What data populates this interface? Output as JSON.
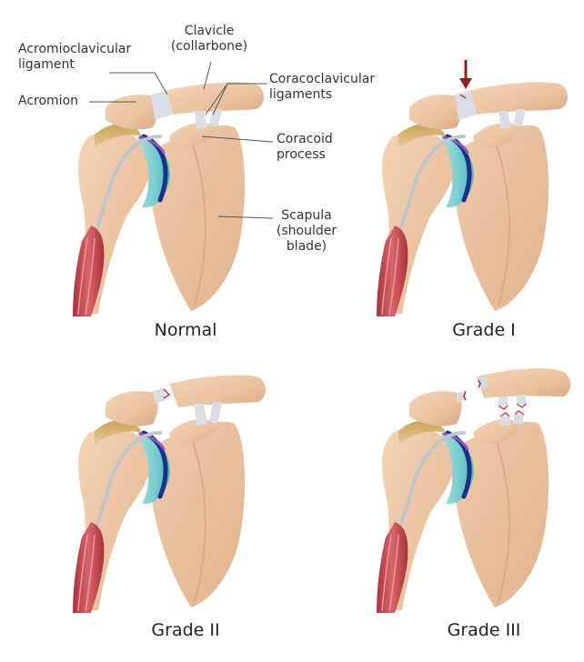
{
  "labels": {
    "clavicle_1": "Clavicle",
    "clavicle_2": "(collarbone)",
    "ac_ligament_1": "Acromioclavicular",
    "ac_ligament_2": "ligament",
    "acromion": "Acromion",
    "cc_ligaments_1": "Coracoclavicular",
    "cc_ligaments_2": "ligaments",
    "coracoid_1": "Coracoid",
    "coracoid_2": "process",
    "scapula_1": "Scapula",
    "scapula_2": "(shoulder",
    "scapula_3": "blade)"
  },
  "panels": [
    {
      "caption": "Normal"
    },
    {
      "caption": "Grade I"
    },
    {
      "caption": "Grade II"
    },
    {
      "caption": "Grade III"
    }
  ],
  "colors": {
    "bone": "#EBC3A0",
    "bone_dark": "#D8A47E",
    "ligament": "#D9DEE4",
    "cartilage": "#66C9C9",
    "cartilage_rim": "#1C2F86",
    "muscle": "#C2444E",
    "tendon": "#BFC6CC",
    "injury_arrow": "#8E1F22",
    "tear": "#C2343A"
  }
}
